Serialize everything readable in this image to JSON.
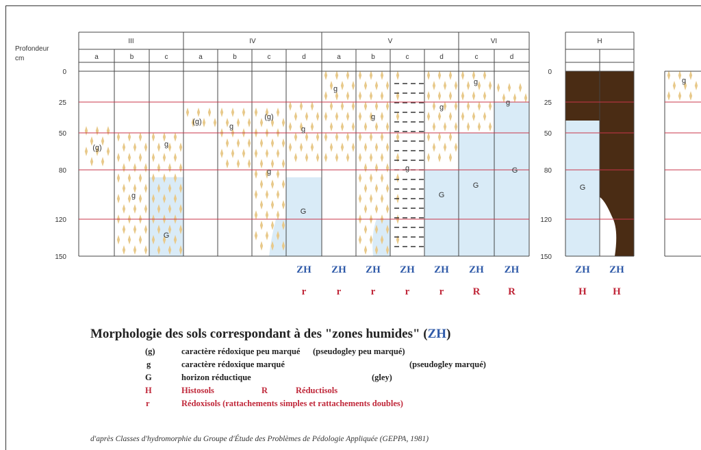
{
  "header": {
    "depth_label": [
      "Profondeur",
      "cm"
    ],
    "groups": [
      "III",
      "IV",
      "V",
      "VI",
      "H"
    ],
    "columns": [
      "a",
      "b",
      "c",
      "a",
      "b",
      "c",
      "d",
      "a",
      "b",
      "c",
      "d",
      "c",
      "d"
    ],
    "depth_ticks": [
      "0",
      "25",
      "50",
      "80",
      "120",
      "150"
    ]
  },
  "soil_labels": {
    "g_paren": "(g)",
    "g": "g",
    "G": "G"
  },
  "classes": {
    "zh": "ZH",
    "main": [
      "r",
      "r",
      "r",
      "r",
      "r",
      "R",
      "R"
    ],
    "h": [
      "H",
      "H"
    ]
  },
  "legend": {
    "title_main": "Morphologie des sols correspondant à des \"zones humides\" (",
    "title_zh": "ZH",
    "title_end": ")",
    "rows": [
      {
        "sym": "(g)",
        "text": "caractère rédoxique peu marqué",
        "note": "(pseudogley peu marqué)"
      },
      {
        "sym": "g",
        "text": "caractère rédoxique marqué",
        "note": "(pseudogley marqué)"
      },
      {
        "sym": "G",
        "text": "horizon réductique",
        "note": "(gley)"
      },
      {
        "sym": "H",
        "text": "Histosols",
        "sym2": "R",
        "text2": "Réductisols"
      },
      {
        "sym": "r",
        "text": "Rédoxisols (rattachements simples et rattachements doubles)"
      }
    ]
  },
  "source": "d'après Classes d'hydromorphie du Groupe d'Étude des Problèmes de Pédologie Appliquée (GEPPA, 1981)",
  "colors": {
    "mottle": "#e8c98a",
    "gley": "#d9ebf7",
    "peat": "#4a2c14",
    "depth_line": "#c9364a",
    "zh_blue": "#2f5aa8",
    "class_red": "#c0283a"
  }
}
